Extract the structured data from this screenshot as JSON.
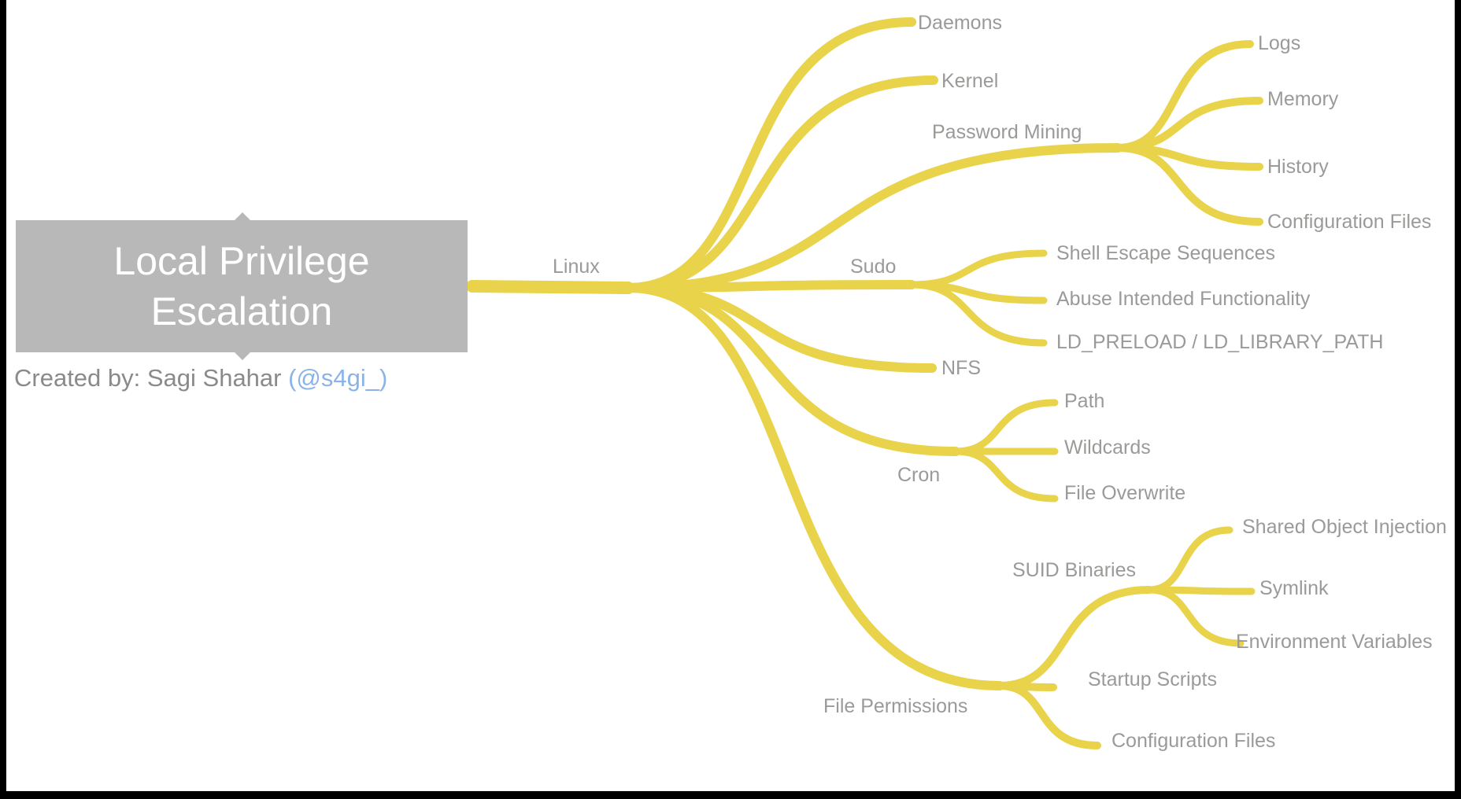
{
  "colors": {
    "branch": "#e8d34a",
    "label": "#9a9a98",
    "root_box": "#b8b8b8",
    "handle": "#8ab3e8"
  },
  "root": {
    "title_line1": "Local Privilege",
    "title_line2": "Escalation",
    "credit_prefix": "Created by: Sagi Shahar ",
    "credit_handle": "(@s4gi_)"
  },
  "tree": {
    "label": "Linux",
    "children": [
      {
        "label": "Daemons"
      },
      {
        "label": "Kernel"
      },
      {
        "label": "Password Mining",
        "children": [
          {
            "label": "Logs"
          },
          {
            "label": "Memory"
          },
          {
            "label": "History"
          },
          {
            "label": "Configuration Files"
          }
        ]
      },
      {
        "label": "Sudo",
        "children": [
          {
            "label": "Shell Escape Sequences"
          },
          {
            "label": "Abuse Intended Functionality"
          },
          {
            "label": "LD_PRELOAD / LD_LIBRARY_PATH"
          }
        ]
      },
      {
        "label": "NFS"
      },
      {
        "label": "Cron",
        "children": [
          {
            "label": "Path"
          },
          {
            "label": "Wildcards"
          },
          {
            "label": "File Overwrite"
          }
        ]
      },
      {
        "label": "File Permissions",
        "children": [
          {
            "label": "SUID Binaries",
            "children": [
              {
                "label": "Shared Object Injection"
              },
              {
                "label": "Symlink"
              },
              {
                "label": "Environment Variables"
              }
            ]
          },
          {
            "label": "Startup Scripts"
          },
          {
            "label": "Configuration Files"
          }
        ]
      }
    ]
  }
}
